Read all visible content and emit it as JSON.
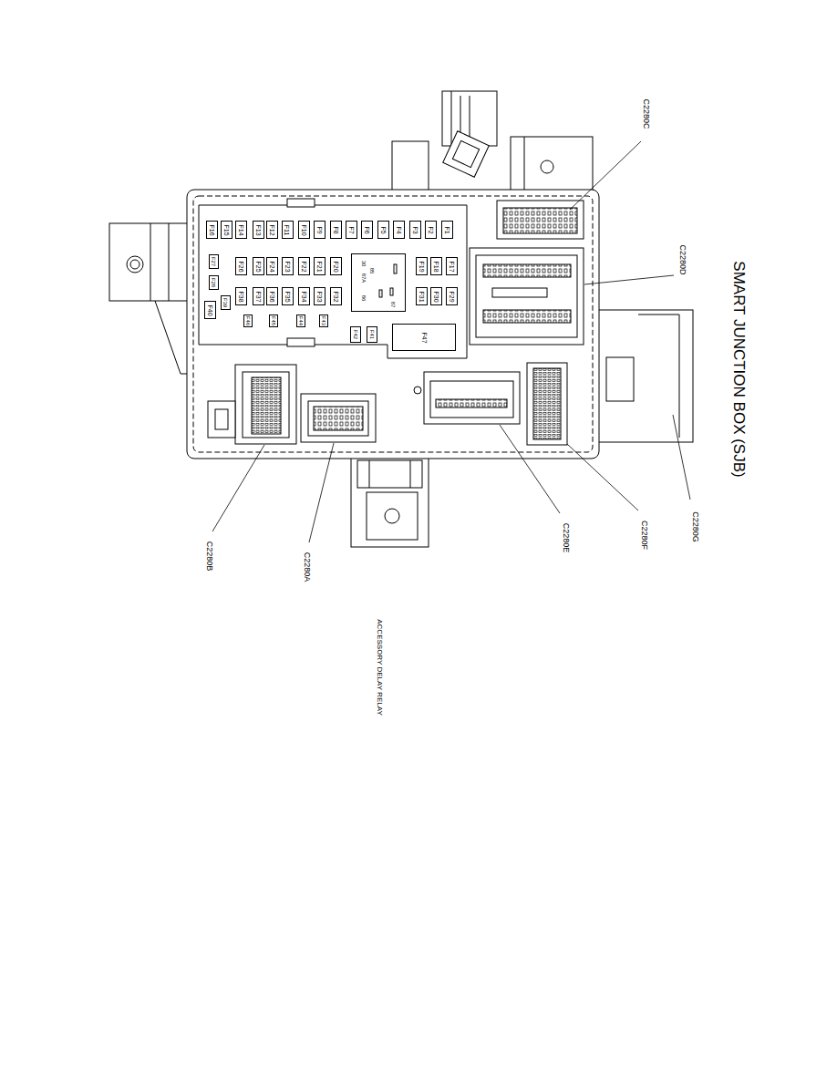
{
  "diagram": {
    "title": "SMART JUNCTION BOX (SJB)",
    "nodes": [
      {
        "text": [
          "F1"
        ]
      },
      {
        "text": [
          "F2"
        ]
      },
      {
        "text": [
          "F3"
        ]
      },
      {
        "text": [
          "F4"
        ]
      },
      {
        "text": [
          "F5"
        ]
      },
      {
        "text": [
          "F6"
        ]
      },
      {
        "text": [
          "F7"
        ]
      },
      {
        "text": [
          "F8"
        ]
      },
      {
        "text": [
          "F9"
        ]
      },
      {
        "text": [
          "F10"
        ]
      },
      {
        "text": [
          "F11"
        ]
      },
      {
        "text": [
          "F12"
        ]
      },
      {
        "text": [
          "F13"
        ]
      },
      {
        "text": [
          "F14"
        ]
      },
      {
        "text": [
          "F15"
        ]
      },
      {
        "text": [
          "F16"
        ]
      },
      {
        "text": [
          "F17"
        ]
      },
      {
        "text": [
          "F18"
        ]
      },
      {
        "text": [
          "F19"
        ]
      },
      {
        "text": [
          "F20"
        ]
      },
      {
        "text": [
          "F21"
        ]
      },
      {
        "text": [
          "F22"
        ]
      },
      {
        "text": [
          "F23"
        ]
      },
      {
        "text": [
          "F24"
        ]
      },
      {
        "text": [
          "F25"
        ]
      },
      {
        "text": [
          "F26"
        ]
      },
      {
        "text": [
          "F27"
        ]
      },
      {
        "text": [
          "F28"
        ]
      },
      {
        "text": [
          "F29"
        ]
      },
      {
        "text": [
          "F30"
        ]
      },
      {
        "text": [
          "F31"
        ]
      },
      {
        "text": [
          "F32"
        ]
      },
      {
        "text": [
          "F33"
        ]
      },
      {
        "text": [
          "F34"
        ]
      },
      {
        "text": [
          "F35"
        ]
      },
      {
        "text": [
          "F36"
        ]
      },
      {
        "text": [
          "F37"
        ]
      },
      {
        "text": [
          "F38"
        ]
      },
      {
        "text": [
          "F39"
        ]
      },
      {
        "text": [
          "F40"
        ]
      },
      {
        "text": [
          "F41"
        ]
      },
      {
        "text": [
          "F42"
        ]
      },
      {
        "text": [
          "F43"
        ]
      },
      {
        "text": [
          "F44"
        ]
      },
      {
        "text": [
          "F45"
        ]
      },
      {
        "text": [
          "F46"
        ]
      },
      {
        "text": [
          "F47"
        ]
      },
      {
        "text": [
          "30",
          "87A",
          "85",
          "86",
          "87"
        ]
      }
    ],
    "labels": [
      "C2280C",
      "C2280D",
      "C2280G",
      "C2280F",
      "C2280E",
      "C2280A",
      "C2280B",
      "ACCESSORY DELAY RELAY"
    ]
  }
}
